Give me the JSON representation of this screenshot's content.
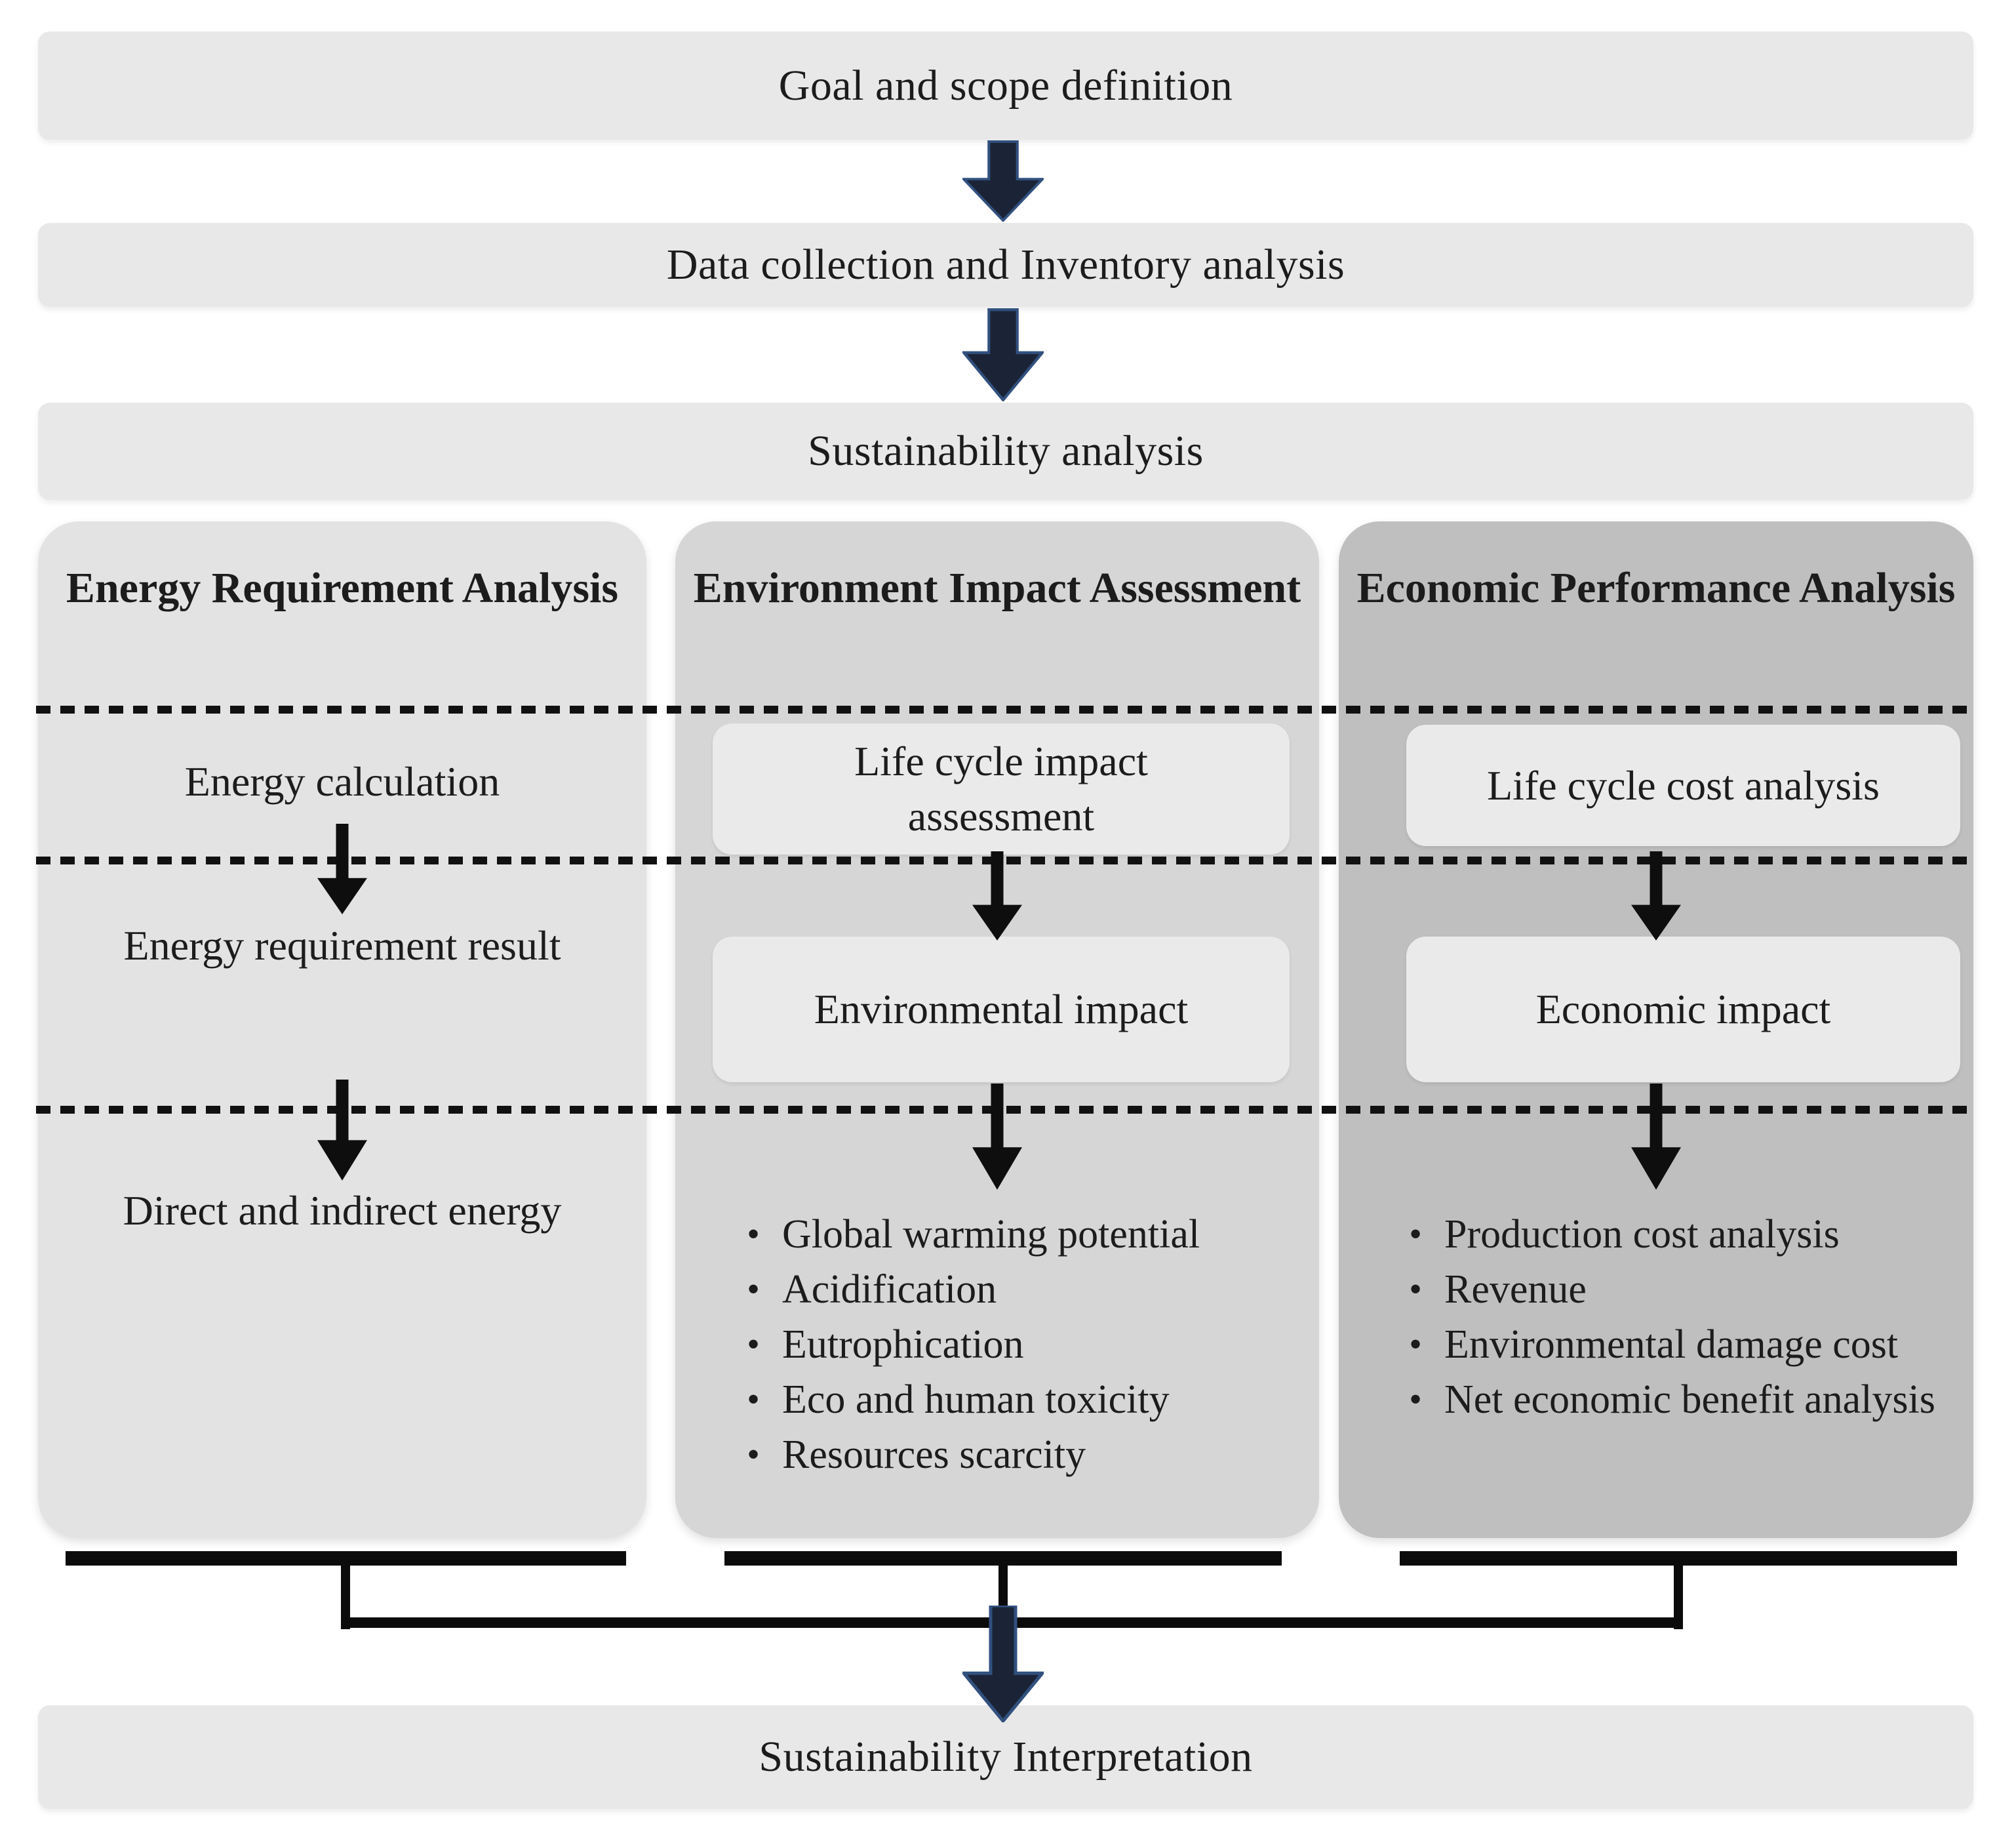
{
  "stages": {
    "goal": "Goal and scope definition",
    "data_collection": "Data collection and Inventory analysis",
    "sustainability_analysis": "Sustainability analysis",
    "interpretation": "Sustainability Interpretation"
  },
  "columns": [
    {
      "title": "Energy Requirement Analysis",
      "steps": [
        "Energy calculation",
        "Energy requirement result",
        "Direct and indirect energy"
      ]
    },
    {
      "title": "Environment Impact Assessment",
      "boxes": [
        "Life cycle impact assessment",
        "Environmental impact"
      ],
      "bullets": [
        "Global warming potential",
        "Acidification",
        "Eutrophication",
        "Eco and human toxicity",
        "Resources scarcity"
      ]
    },
    {
      "title": "Economic Performance Analysis",
      "boxes": [
        "Life cycle cost analysis",
        "Economic impact"
      ],
      "bullets": [
        "Production cost analysis",
        "Revenue",
        "Environmental damage cost",
        "Net economic benefit analysis"
      ]
    }
  ],
  "colors": {
    "stage_bar_bg": "#e8e8e8",
    "column_energy_bg": "#e3e3e3",
    "column_env_bg": "#d6d6d6",
    "column_econ_bg": "#bfbfbf",
    "inner_box_bg": "#eaeaea",
    "flow_arrow_navy": "#1b2436",
    "flow_arrow_navy_edge": "#31507e",
    "small_arrow_black": "#0e0e0e",
    "line_black": "#0b0b0b",
    "text": "#1c1c1c"
  }
}
